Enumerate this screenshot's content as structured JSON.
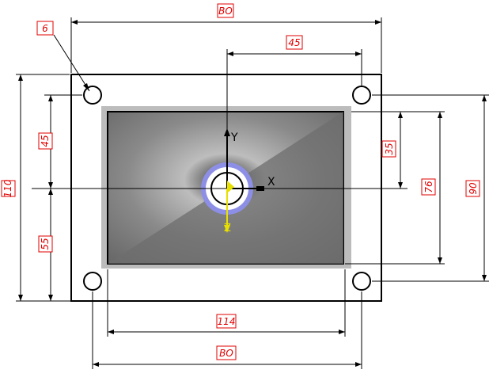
{
  "dimensions": {
    "top_overall": "BO",
    "top_offset": "45",
    "hole_dia": "6",
    "left_overall": "110",
    "left_upper": "45",
    "left_lower": "55",
    "right_small": "35",
    "right_mid": "76",
    "right_outer": "90",
    "bottom_inner": "114",
    "bottom_outer": "BO"
  },
  "axes": {
    "y_label": "Y",
    "x_label": "X",
    "z_label": "Z"
  },
  "colors": {
    "dimension_red": "#e00000",
    "pocket_gray": "#8a8a8a",
    "ring_blue": "#8d8fe6",
    "axis_yellow": "#e8e000"
  }
}
